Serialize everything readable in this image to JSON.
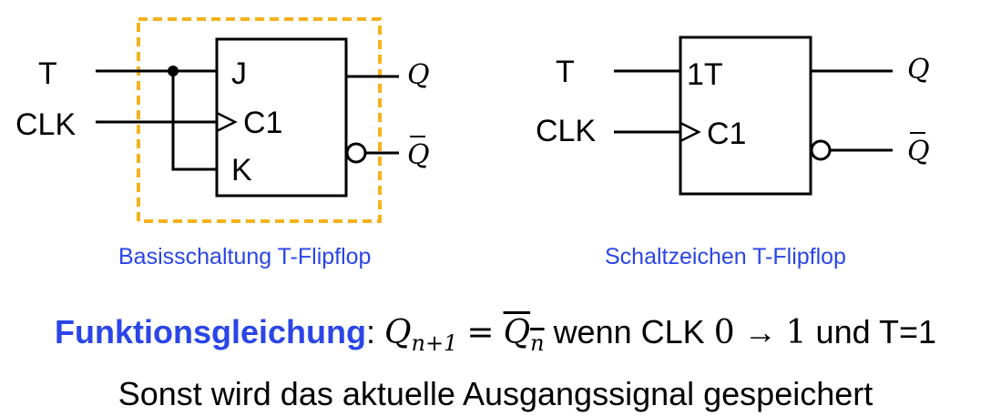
{
  "basic_circuit": {
    "input_t": "T",
    "input_clk": "CLK",
    "pin_j": "J",
    "pin_c1": "C1",
    "pin_k": "K",
    "output_q": "Q",
    "output_qbar": "Q",
    "caption": "Basisschaltung T-Flipflop"
  },
  "symbol_circuit": {
    "input_t": "T",
    "input_clk": "CLK",
    "pin_1t": "1T",
    "pin_c1": "C1",
    "output_q": "Q",
    "output_qbar": "Q",
    "caption": "Schaltzeichen T-Flipflop"
  },
  "equation": {
    "keyword": "Funktionsgleichung",
    "separator": ":",
    "lhs_var": "Q",
    "lhs_sub": "n+1",
    "equals": "=",
    "rhs_var": "Q",
    "rhs_sub": "n",
    "text_wenn": "wenn CLK",
    "from": "0",
    "arrow": "→",
    "to": "1",
    "text_und": "und T=1"
  },
  "note": "Sonst wird das aktuelle Ausgangssignal gespeichert",
  "colors": {
    "highlight_box": "#f5b21b",
    "caption": "#2a45e8",
    "keyword": "#2a45e8"
  }
}
